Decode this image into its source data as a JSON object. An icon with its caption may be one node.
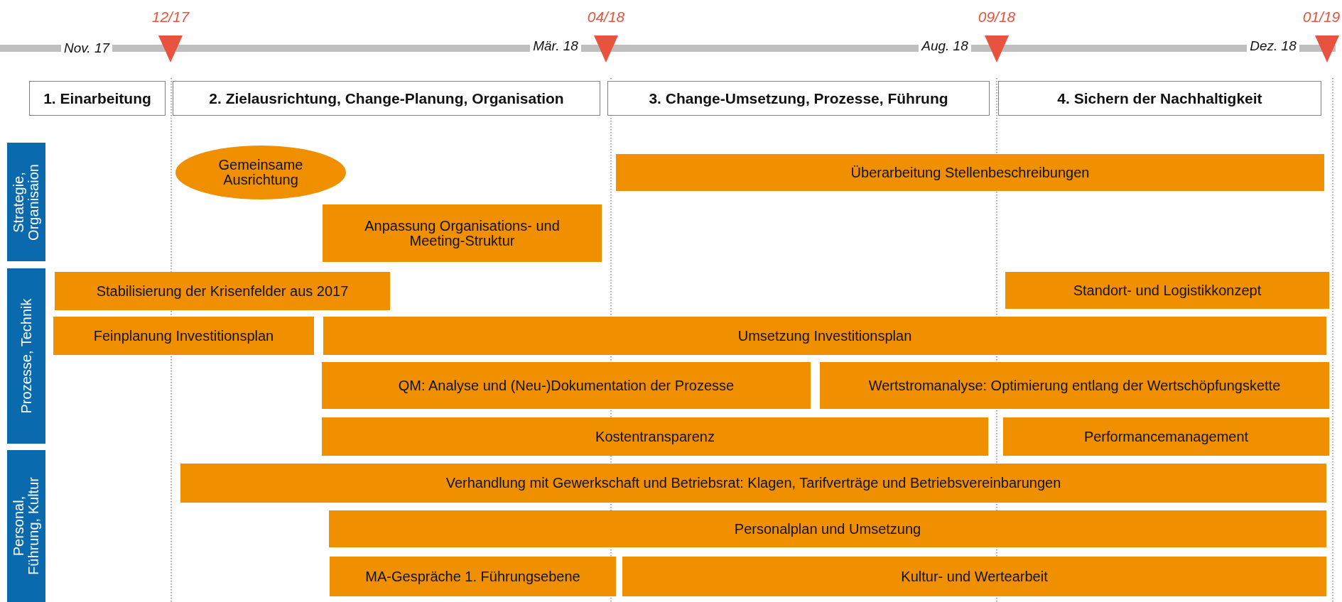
{
  "diagram": {
    "nodes": [
      {
        "text": [
          "1. Einarbeitung"
        ]
      },
      {
        "text": [
          "2. Zielausrichtung, Change-Planung, Organisation"
        ]
      },
      {
        "text": [
          "3.  Change-Umsetzung, Prozesse, Führung"
        ]
      },
      {
        "text": [
          "4. Sichern der Nachhaltigkeit"
        ]
      },
      {
        "text": [
          "Strategie, Organisaion"
        ]
      },
      {
        "text": [
          "Gemeinsame Ausrichtung"
        ]
      },
      {
        "text": [
          "Überarbeitung Stellenbeschreibungen"
        ]
      },
      {
        "text": [
          "Anpassung Organisations- und Meeting-Struktur"
        ]
      },
      {
        "text": [
          "Prozesse, Technik"
        ]
      },
      {
        "text": [
          "Stabilisierung der Krisenfelder aus 2017"
        ]
      },
      {
        "text": [
          "Standort- und Logistikkonzept"
        ]
      },
      {
        "text": [
          "Feinplanung Investitionsplan"
        ]
      },
      {
        "text": [
          "Umsetzung Investitionsplan"
        ]
      },
      {
        "text": [
          "QM: Analyse und (Neu-)Dokumentation der Prozesse"
        ]
      },
      {
        "text": [
          "Wertstromanalyse: Optimierung entlang der Wertschöpfungskette"
        ]
      },
      {
        "text": [
          "Kostentransparenz"
        ]
      },
      {
        "text": [
          "Performancemanagement"
        ]
      },
      {
        "text": [
          "Personal, Führung, Kultur"
        ]
      },
      {
        "text": [
          "Verhandlung mit Gewerkschaft und Betriebsrat: Klagen, Tarifverträge und Betriebsvereinbarungen"
        ]
      },
      {
        "text": [
          "Personalplan und Umsetzung"
        ]
      },
      {
        "text": [
          "MA-Gespräche 1. Führungsebene"
        ]
      },
      {
        "text": [
          "Kultur- und Wertearbeit"
        ]
      }
    ],
    "labels": [
      "12/17",
      "04/18",
      "09/18",
      "01/19",
      "Nov. 17",
      "Mär. 18",
      "Aug. 18",
      "Dez. 18"
    ]
  }
}
